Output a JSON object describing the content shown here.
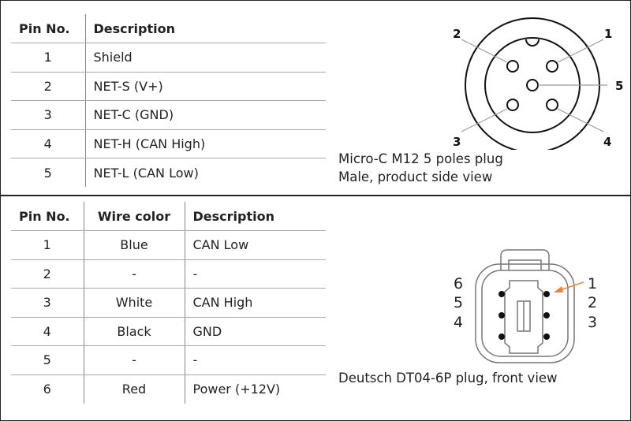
{
  "m12": {
    "headers": [
      "Pin No.",
      "Description"
    ],
    "rows": [
      [
        "1",
        "Shield"
      ],
      [
        "2",
        "NET-S (V+)"
      ],
      [
        "3",
        "NET-C (GND)"
      ],
      [
        "4",
        "NET-H (CAN High)"
      ],
      [
        "5",
        "NET-L (CAN Low)"
      ]
    ],
    "caption_line1": "Micro-C M12 5 poles plug",
    "caption_line2": "Male, product side view",
    "pin_labels": [
      "1",
      "2",
      "3",
      "4",
      "5"
    ]
  },
  "deutsch": {
    "headers": [
      "Pin No.",
      "Wire color",
      "Description"
    ],
    "rows": [
      [
        "1",
        "Blue",
        "CAN Low"
      ],
      [
        "2",
        "-",
        "-"
      ],
      [
        "3",
        "White",
        "CAN High"
      ],
      [
        "4",
        "Black",
        "GND"
      ],
      [
        "5",
        "-",
        "-"
      ],
      [
        "6",
        "Red",
        "Power (+12V)"
      ]
    ],
    "caption": "Deutsch DT04-6P plug, front view",
    "pin_labels": [
      "1",
      "2",
      "3",
      "4",
      "5",
      "6"
    ],
    "arrow_color": "#e8843c"
  }
}
